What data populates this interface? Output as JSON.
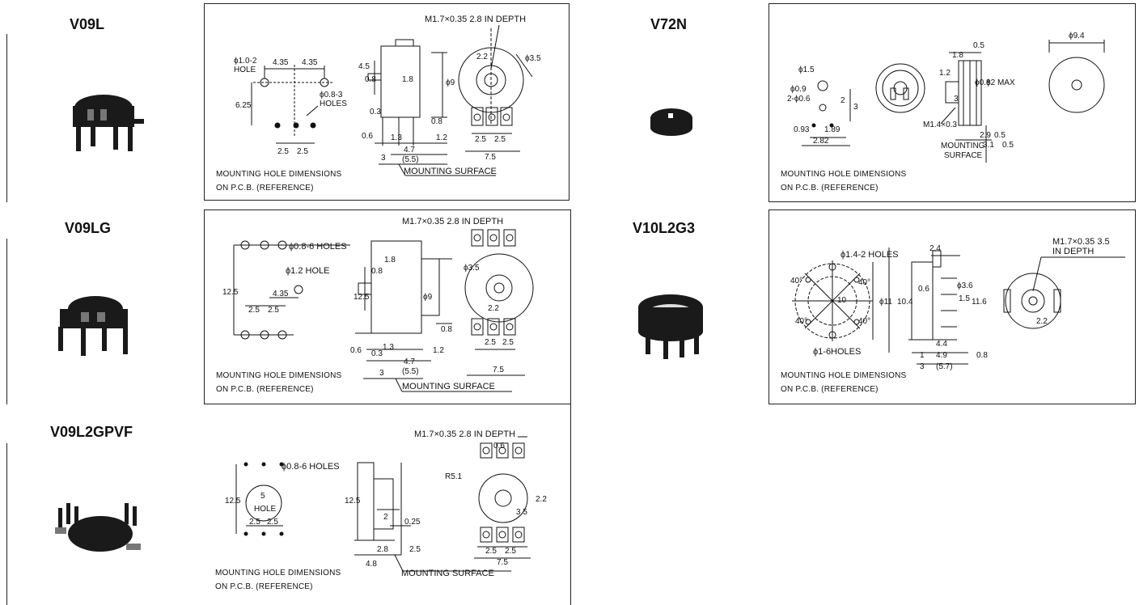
{
  "products": [
    {
      "model": "V09L",
      "labels": {
        "thread": "M1.7×0.35 2.8 IN DEPTH",
        "hole1": "ϕ1.0-2",
        "hole1b": "HOLE",
        "hole2": "ϕ0.8-3",
        "hole2b": "HOLES",
        "d1": "4.35",
        "d2": "4.35",
        "d3": "6.25",
        "d4": "2.5",
        "d5": "2.5",
        "s1": "4.5",
        "s2": "0.8",
        "s3": "1.8",
        "s4": "0.3",
        "s5": "0.6",
        "s6": "1.3",
        "s7": "4.7",
        "s8": "(5.5)",
        "s9": "3",
        "s10": "1.2",
        "s11": "0.8",
        "s12": "ϕ9",
        "f1": "2.2",
        "f2": "ϕ3.5",
        "f3": "2.5",
        "f4": "2.5",
        "f5": "7.5",
        "surface": "MOUNTING SURFACE"
      },
      "ref_line1": "MOUNTING HOLE DIMENSIONS",
      "ref_line2": "ON P.C.B. (REFERENCE)"
    },
    {
      "model": "V72N",
      "labels": {
        "p1": "ϕ1.5",
        "p2": "ϕ0.9",
        "p3": "2-ϕ0.6",
        "p4": "0.93",
        "p5": "1.89",
        "p6": "2.82",
        "p7": "2",
        "p8": "3",
        "s1": "1.8",
        "s2": "0.5",
        "s3": "1.2",
        "s4": "ϕ0.8",
        "s5": "3",
        "s6": "ϕ2 MAX",
        "s7": "M1.4×0.3",
        "s8": "2.9",
        "s9": "0.5",
        "s10": "3.1",
        "s11": "0.5",
        "s12": "ϕ9.4",
        "surface1": "MOUNTING",
        "surface2": "SURFACE"
      },
      "ref_line1": "MOUNTING HOLE DIMENSIONS",
      "ref_line2": "ON P.C.B. (REFERENCE)"
    },
    {
      "model": "V09LG",
      "labels": {
        "thread": "M1.7×0.35 2.8 IN DEPTH",
        "h1": "ϕ0.8-6 HOLES",
        "h2": "ϕ1.2 HOLE",
        "d1": "12.5",
        "d2": "4.35",
        "d3": "2.5",
        "d4": "2.5",
        "s1": "0.8",
        "s2": "1.8",
        "s3": "12.5",
        "s4": "ϕ9",
        "s5": "0.8",
        "s6": "0.6",
        "s7": "0.3",
        "s8": "1.3",
        "s9": "1.2",
        "s10": "4.7",
        "s11": "(5.5)",
        "s12": "3",
        "f1": "ϕ3.5",
        "f2": "2.2",
        "f3": "2.5",
        "f4": "2.5",
        "f5": "7.5",
        "surface": "MOUNTING SURFACE"
      },
      "ref_line1": "MOUNTING HOLE DIMENSIONS",
      "ref_line2": "ON P.C.B. (REFERENCE)"
    },
    {
      "model": "V10L2G3",
      "labels": {
        "h1": "ϕ1.4-2 HOLES",
        "h2": "ϕ1-6HOLES",
        "a1": "40°",
        "a2": "40°",
        "a3": "40°",
        "a4": "40°",
        "d1": "10",
        "s1": "2.4",
        "s2": "0.6",
        "s3": "ϕ3.6",
        "s4": "1.5",
        "s5": "10.4",
        "s6": "ϕ11",
        "s7": "11.6",
        "s8": "4.4",
        "s9": "1",
        "s10": "4.9",
        "s11": "0.8",
        "s12": "3",
        "s13": "(5.7)",
        "thread1": "M1.7×0.35 3.5",
        "thread2": "IN DEPTH",
        "f1": "2.2"
      },
      "ref_line1": "MOUNTING HOLE DIMENSIONS",
      "ref_line2": "ON P.C.B. (REFERENCE)"
    },
    {
      "model": "V09L2GPVF",
      "labels": {
        "thread": "M1.7×0.35 2.8 IN DEPTH",
        "h1": "ϕ0.8-6 HOLES",
        "d1": "12.5",
        "d2": "5",
        "d3": "HOLE",
        "d4": "2.5",
        "d5": "2.5",
        "s1": "12.5",
        "s2": "2",
        "s3": "0.25",
        "s4": "2.8",
        "s5": "2.5",
        "s6": "4.8",
        "f1": "0.6",
        "f2": "R5.1",
        "f3": "2.2",
        "f4": "3.5",
        "f5": "2.5",
        "f6": "2.5",
        "f7": "7.5",
        "surface": "MOUNTING SURFACE"
      },
      "ref_line1": "MOUNTING HOLE DIMENSIONS",
      "ref_line2": "ON P.C.B. (REFERENCE)"
    }
  ],
  "colors": {
    "ink": "#111111",
    "paper": "#ffffff",
    "body": "#1a1a1a"
  }
}
